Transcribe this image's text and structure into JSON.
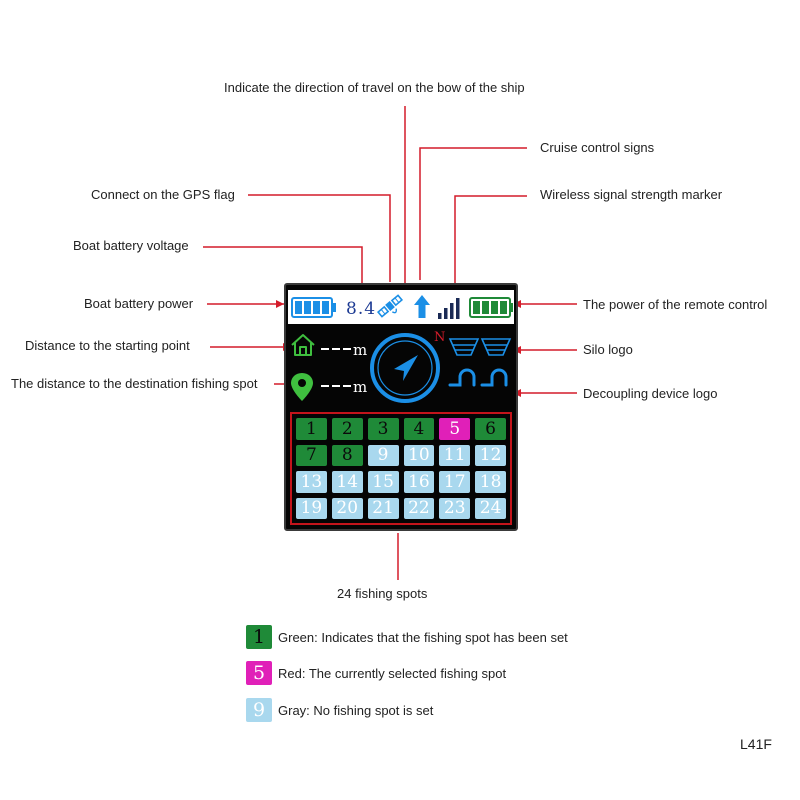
{
  "callouts": {
    "bow_direction": "Indicate the direction of travel on the bow of the ship",
    "cruise_control": "Cruise control signs",
    "gps_flag": "Connect on the GPS flag",
    "wireless_signal": "Wireless signal strength marker",
    "boat_voltage": "Boat battery voltage",
    "boat_power": "Boat battery power",
    "remote_power": "The power of the remote control",
    "distance_start": "Distance to the starting point",
    "silo_logo": "Silo logo",
    "distance_destination": "The distance to the destination fishing spot",
    "decoupling_logo": "Decoupling device logo",
    "fishing_spots": "24 fishing spots"
  },
  "display": {
    "voltage": "8.4",
    "compass_north": "N",
    "distance_unit": "m",
    "boat_battery_bars": 4,
    "remote_battery_bars": 4,
    "signal_bars": 4,
    "colors": {
      "set": "#1f8a38",
      "selected": "#e020b8",
      "unset": "#a9d8ee",
      "accent_blue": "#1b8fe6",
      "frame_red": "#c3141b"
    }
  },
  "spots": [
    {
      "n": "1",
      "state": "set"
    },
    {
      "n": "2",
      "state": "set"
    },
    {
      "n": "3",
      "state": "set"
    },
    {
      "n": "4",
      "state": "set"
    },
    {
      "n": "5",
      "state": "selected"
    },
    {
      "n": "6",
      "state": "set"
    },
    {
      "n": "7",
      "state": "set"
    },
    {
      "n": "8",
      "state": "set"
    },
    {
      "n": "9",
      "state": "unset"
    },
    {
      "n": "10",
      "state": "unset"
    },
    {
      "n": "11",
      "state": "unset"
    },
    {
      "n": "12",
      "state": "unset"
    },
    {
      "n": "13",
      "state": "unset"
    },
    {
      "n": "14",
      "state": "unset"
    },
    {
      "n": "15",
      "state": "unset"
    },
    {
      "n": "16",
      "state": "unset"
    },
    {
      "n": "17",
      "state": "unset"
    },
    {
      "n": "18",
      "state": "unset"
    },
    {
      "n": "19",
      "state": "unset"
    },
    {
      "n": "20",
      "state": "unset"
    },
    {
      "n": "21",
      "state": "unset"
    },
    {
      "n": "22",
      "state": "unset"
    },
    {
      "n": "23",
      "state": "unset"
    },
    {
      "n": "24",
      "state": "unset"
    }
  ],
  "legend": [
    {
      "n": "1",
      "state": "set",
      "text": "Green: Indicates that the fishing spot has been set"
    },
    {
      "n": "5",
      "state": "selected",
      "text": "Red: The currently selected fishing spot"
    },
    {
      "n": "9",
      "state": "unset",
      "text": "Gray: No fishing spot is set"
    }
  ],
  "model_code": "L41F"
}
